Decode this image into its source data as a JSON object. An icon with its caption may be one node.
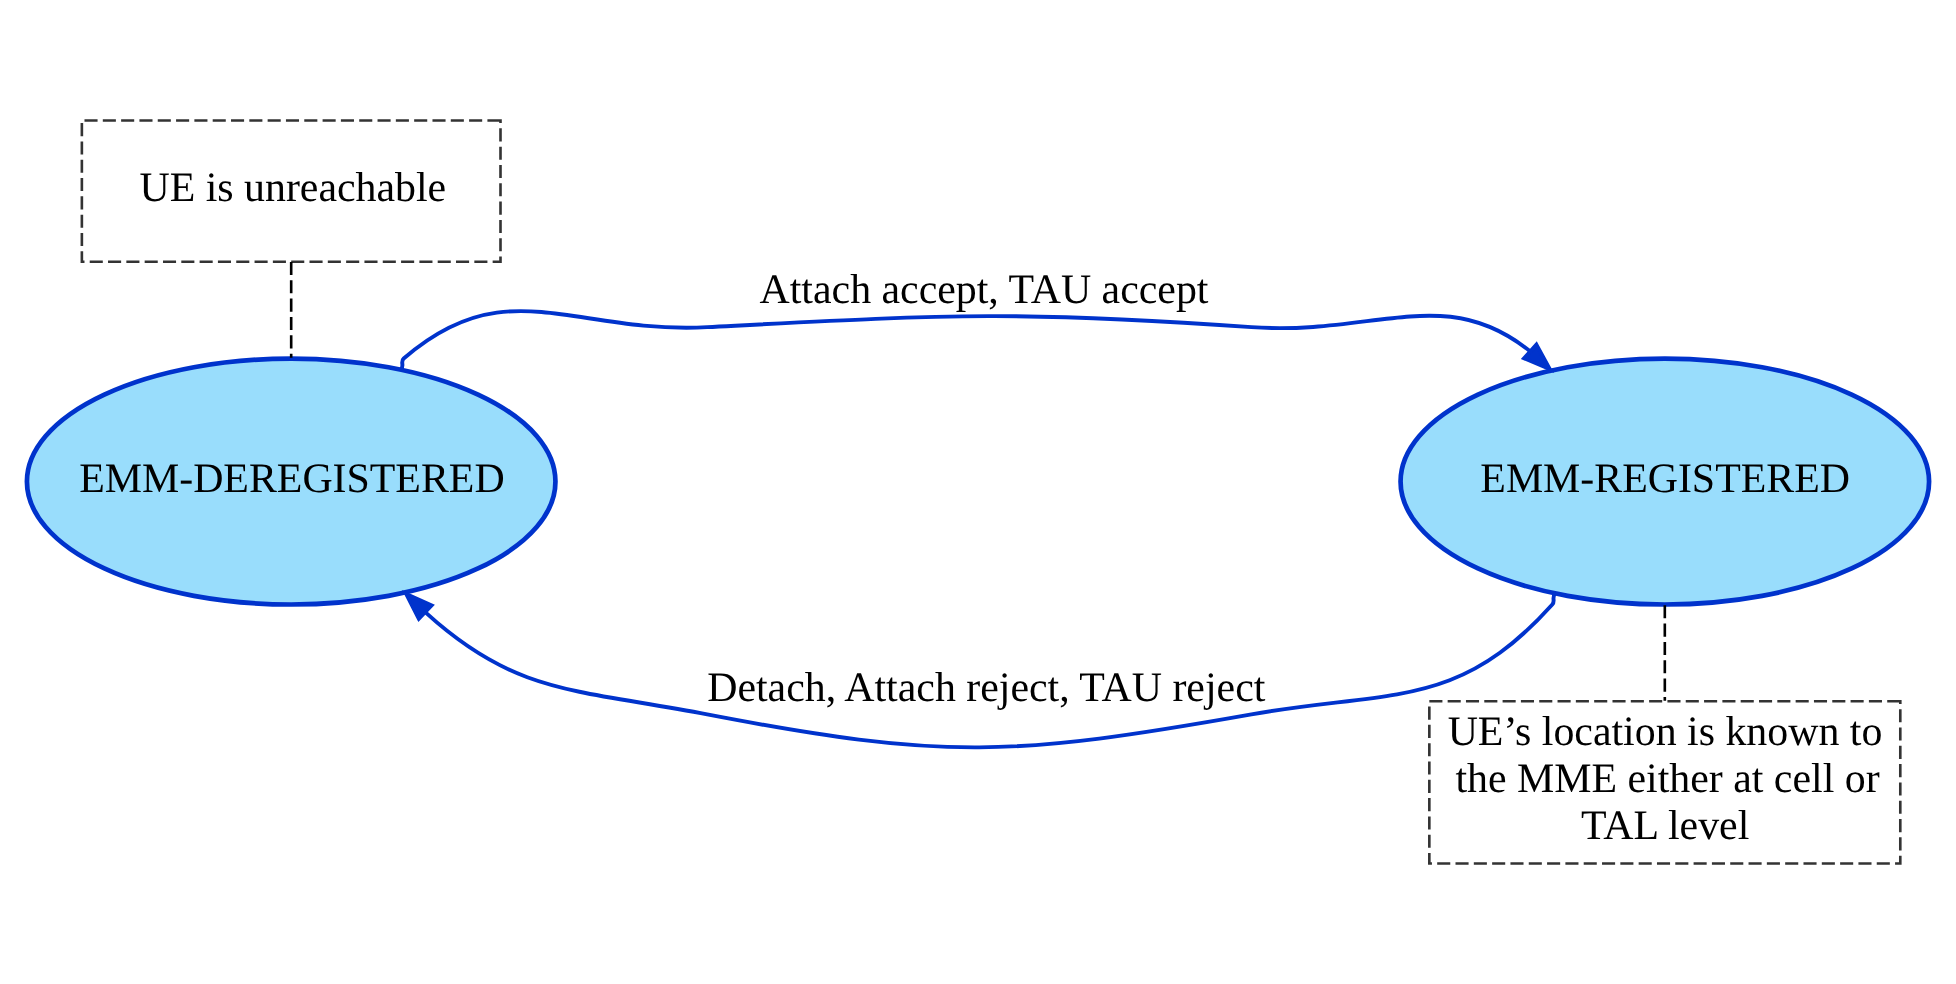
{
  "diagram": {
    "nodes": [
      {
        "text": [
          "UE is unreachable"
        ]
      },
      {
        "text": [
          "EMM-DEREGISTERED"
        ]
      },
      {
        "text": [
          "EMM-REGISTERED"
        ]
      },
      {
        "text": [
          "UE’s location is known to the MME either at cell or TAL level"
        ]
      }
    ],
    "edges": [
      {
        "from": 1,
        "to": 2,
        "arrow": "to",
        "label": "Attach accept, TAU accept"
      },
      {
        "from": 2,
        "to": 1,
        "arrow": "to",
        "label": "Detach, Attach reject, TAU reject"
      },
      {
        "from": 0,
        "to": 1,
        "arrow": "none",
        "style": "dashed",
        "color": "#000000"
      },
      {
        "from": 3,
        "to": 2,
        "arrow": "none",
        "style": "dashed",
        "color": "#000000"
      }
    ]
  }
}
